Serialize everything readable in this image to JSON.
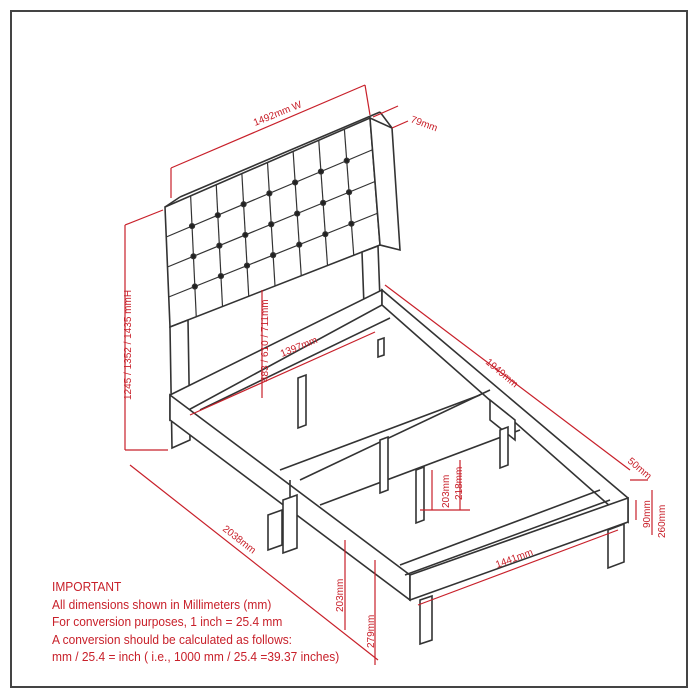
{
  "dimensions": {
    "headboard_width": "1492mm W",
    "headboard_depth": "79mm",
    "overall_height": "1245 / 1352 / 1435 mmH",
    "headboard_panel_height": "483 / 610 / 711mm",
    "inner_width_head": "1397mm",
    "side_length": "1949mm",
    "rail_thickness": "50mm",
    "rail_height": "90mm",
    "rail_top_height": "260mm",
    "slat_drop": "203mm",
    "slat_support": "218mm",
    "inner_width_foot": "1441mm",
    "overall_length": "2038mm",
    "leg_clearance": "203mm",
    "foot_height": "279mm"
  },
  "note": {
    "title": "IMPORTANT",
    "lines": [
      "All dimensions shown in Millimeters (mm)",
      "For conversion purposes, 1 inch = 25.4 mm",
      "A conversion should be calculated as follows:",
      "mm / 25.4 = inch ( i.e., 1000 mm / 25.4 =39.37 inches)"
    ]
  },
  "colors": {
    "dimension": "#c8202a",
    "outline": "#333333"
  }
}
